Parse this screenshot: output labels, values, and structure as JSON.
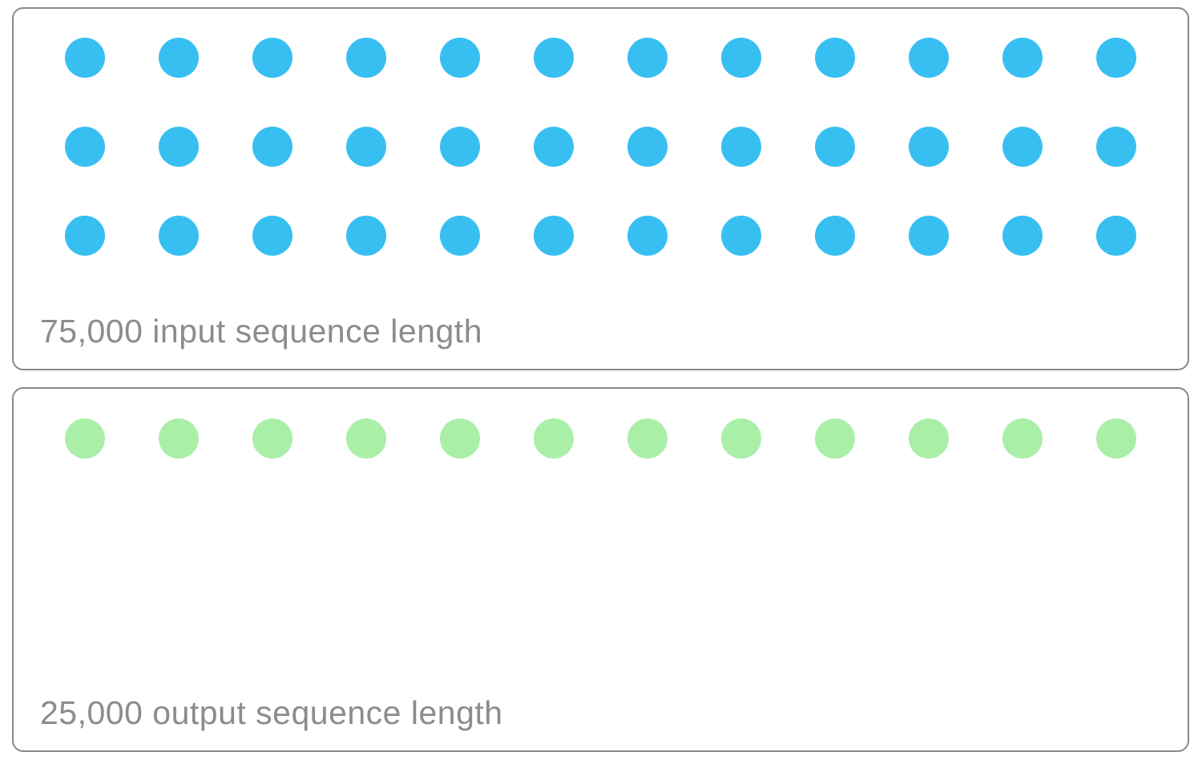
{
  "figure": {
    "background": "#ffffff",
    "panel_border_color": "#898989",
    "caption_color": "#8b8b90"
  },
  "panels": [
    {
      "id": "input",
      "label": "75,000 input sequence length",
      "dot_color": "#38BFF2",
      "rows": 3,
      "cols": 12,
      "dot_count": 36
    },
    {
      "id": "output",
      "label": "25,000 output sequence length",
      "dot_color": "#AAEFA8",
      "rows": 1,
      "cols": 12,
      "dot_count": 12
    }
  ],
  "chart_data": {
    "type": "pictogram",
    "title": "",
    "legend": "none",
    "series": [
      {
        "name": "input sequence length",
        "value": 75000,
        "label": "75,000 input sequence length",
        "dot_count": 36,
        "rows": 3,
        "cols": 12,
        "color": "#38BFF2"
      },
      {
        "name": "output sequence length",
        "value": 25000,
        "label": "25,000 output sequence length",
        "dot_count": 12,
        "rows": 1,
        "cols": 12,
        "color": "#AAEFA8"
      }
    ]
  }
}
